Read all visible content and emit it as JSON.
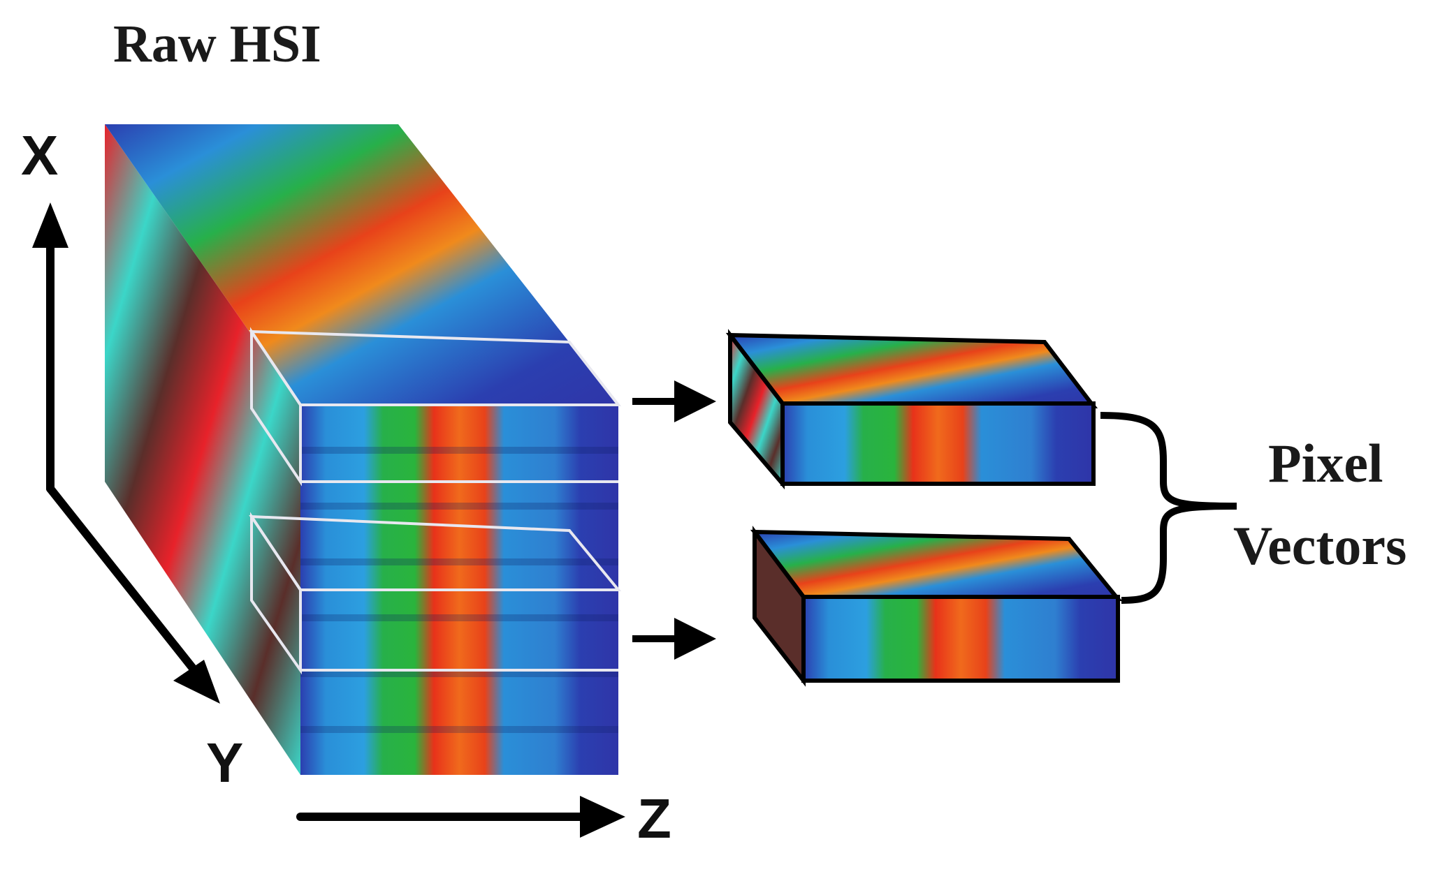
{
  "title": "Raw HSI",
  "axes": {
    "x": "X",
    "y": "Y",
    "z": "Z"
  },
  "output_label": {
    "line1": "Pixel",
    "line2": "Vectors"
  },
  "spectral_colors": [
    "#1e3fa8",
    "#2a8fd8",
    "#27b04a",
    "#e83a1c",
    "#f2a01c",
    "#f7e23a"
  ],
  "spatial_colors": [
    "#e8222a",
    "#3bd6c8",
    "#5a2e2a"
  ]
}
